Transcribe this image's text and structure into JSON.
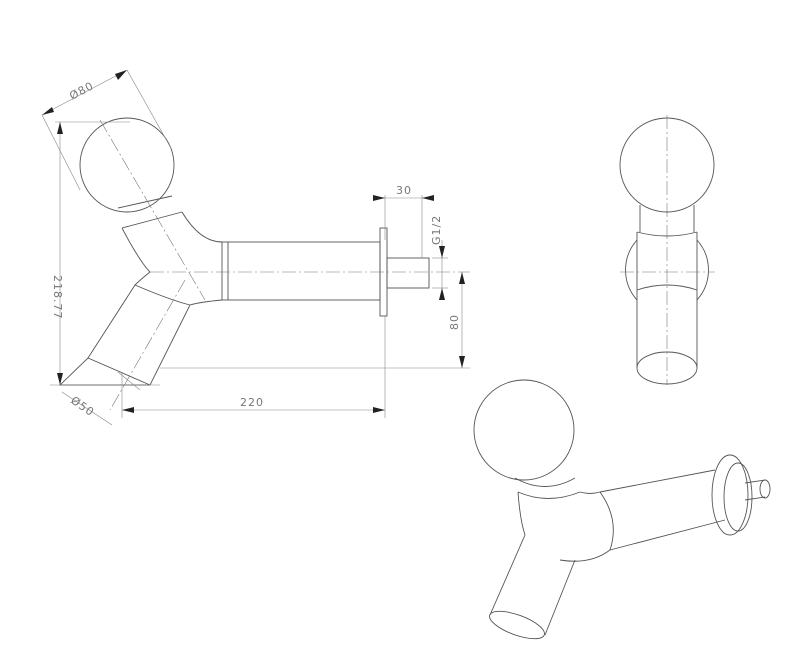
{
  "drawing": {
    "views": [
      "front-view",
      "side-view",
      "isometric-view"
    ],
    "dimensions": {
      "ball_diameter": "Ø80",
      "height": "218.77",
      "thread_length": "30",
      "thread": "G1/2",
      "center_height": "80",
      "spout_diameter": "Ø50",
      "length": "220"
    }
  }
}
